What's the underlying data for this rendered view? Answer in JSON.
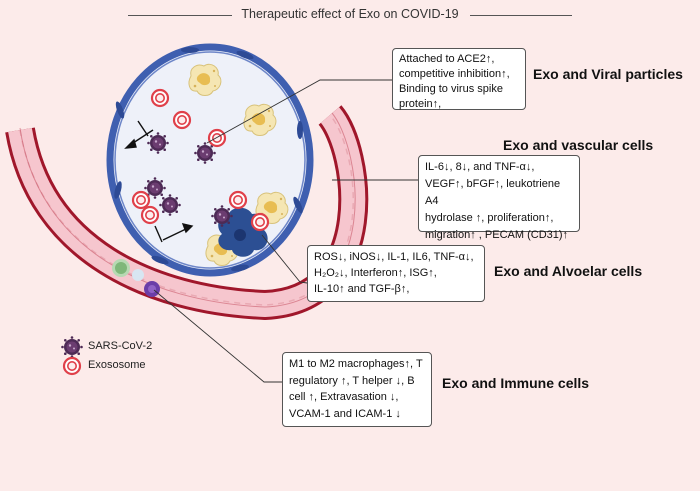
{
  "title": "Therapeutic effect of Exo on COVID-19",
  "sections": [
    {
      "heading": "Exo and Viral particles",
      "lines": [
        "Attached to ACE2↑,",
        "competitive inhibition↑,",
        "Binding to virus spike",
        "protein↑,"
      ]
    },
    {
      "heading": "Exo and vascular cells",
      "lines": [
        "IL-6↓, 8↓, and TNF-α↓,",
        "VEGF↑, bFGF↑, leukotriene A4",
        "hydrolase ↑, proliferation↑,",
        "migration↑ , PECAM (CD31)↑"
      ]
    },
    {
      "heading": "Exo and Alvoelar cells",
      "lines": [
        "ROS↓, iNOS↓, IL-1, IL6, TNF-α↓,",
        "H₂O₂↓, Interferon↑, ISG↑,",
        "IL-10↑ and TGF-β↑,"
      ]
    },
    {
      "heading": "Exo and Immune cells",
      "lines": [
        "M1 to M2 macrophages↑, T",
        "regulatory ↑, T helper ↓, B",
        "cell ↑, Extravasation ↓,",
        "VCAM-1 and ICAM-1 ↓"
      ]
    }
  ],
  "legend": {
    "virus_label": "SARS-CoV-2",
    "exosome_label": "Exososome"
  },
  "colors": {
    "background": "#fcebea",
    "vessel_outer": "#a0172b",
    "vessel_wall": "#f6c6ce",
    "endothelium": "#3f5fb0",
    "virus": "#5a3060",
    "exosome": "#e0404a",
    "pneumocyte": "#f3e2a8",
    "macrophage": "#2c4f93"
  }
}
